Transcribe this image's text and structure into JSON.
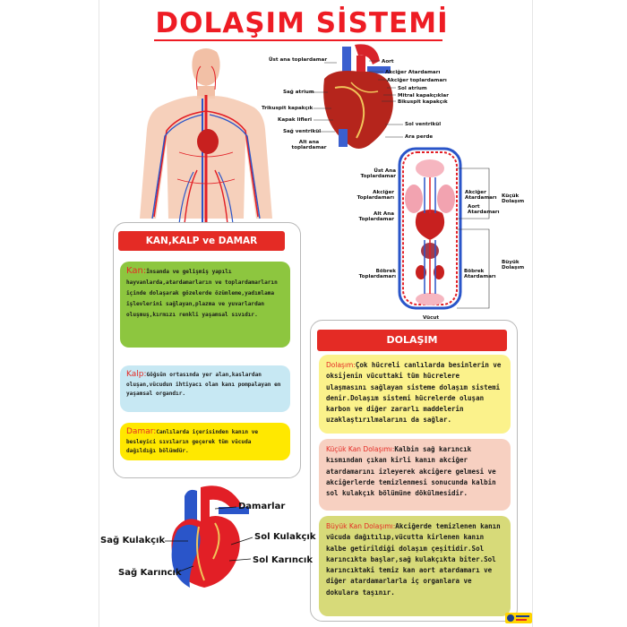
{
  "title": "DOLAŞIM SİSTEMİ",
  "heart_labels": {
    "ust_ana": "Üst ana toplardamar",
    "aort": "Aort",
    "akciger_atar": "Akciğer Atardamarı",
    "akciger_top": "Akciğer toplardamarı",
    "sag_atrium": "Sağ atrium",
    "sol_atrium": "Sol atrium",
    "mitral": "Mitral kapakçıklar",
    "bikuspit": "Bikuspit kapakçık",
    "trikuspit": "Trikuspit kapakçık",
    "kapak_lifleri": "Kapak lifleri",
    "sol_ventrikul": "Sol ventrikül",
    "sag_ventrikul": "Sağ ventrikül",
    "ara_perde": "Ara perde",
    "alt_ana": "Alt ana toplardamar"
  },
  "circ_labels": {
    "ust_ana": "Üst Ana Toplardamar",
    "akciger_top": "Akciğer Toplardamarı",
    "akciger_atar": "Akciğer Atardamarı",
    "aort": "Aort Atardamarı",
    "alt_ana": "Alt Ana Toplardamar",
    "kucuk": "Küçük Dolaşım",
    "buyuk": "Büyük Dolaşım",
    "bobrek_top": "Böbrek Toplardamarı",
    "bobrek_atar": "Böbrek Atardamarı",
    "vucut": "Vücut"
  },
  "left_card": {
    "banner": "KAN,KALP ve DAMAR",
    "kan_head": "Kan:",
    "kan_text": "İnsanda ve gelişmiş yapılı hayvanlarda,atardamarların ve toplardamarların içinde dolaşarak gözelerde özümleme,yadımlama işlevlerini sağlayan,plazma ve yuvarlardan oluşmuş,kırmızı renkli yaşamsal sıvıdır.",
    "kalp_head": "Kalp:",
    "kalp_text": "Göğsün ortasında yer alan,kaslardan oluşan,vücudun ihtiyacı olan kanı pompalayan en yaşamsal organdır.",
    "damar_head": "Damar:",
    "damar_text": "Canlılarda içerisinden kanın ve besleyici sıvıların geçerek tüm vücuda dağıldığı bölümdür."
  },
  "right_card": {
    "banner": "DOLAŞIM",
    "dolasim_head": "Dolaşım:",
    "dolasim_text": "Çok hücreli canlılarda besinlerin ve oksijenin vücuttaki tüm hücrelere ulaşmasını sağlayan sisteme dolaşım sistemi denir.Dolaşım sistemi hücrelerde oluşan karbon ve diğer zararlı maddelerin uzaklaştırılmalarını da sağlar.",
    "kucuk_head": "Küçük Kan Dolaşımı:",
    "kucuk_text": "Kalbin sağ karıncık kısmından çıkan kirli kanın akciğer atardamarını izleyerek akciğere gelmesi ve akciğerlerde temizlenmesi sonucunda kalbin sol kulakçık bölümüne dökülmesidir.",
    "buyuk_head": "Büyük Kan Dolaşımı:",
    "buyuk_text": "Akciğerde temizlenen kanın vücuda dağıtılıp,vücutta kirlenen kanın kalbe getirildiği dolaşım çeşitidir.Sol karıncıkta başlar,sağ kulakçıkta biter.Sol karıncıktaki temiz kan aort atardamarı ve diğer atardamarlarla iç organlara ve dokulara taşınır."
  },
  "small_heart": {
    "damarlar": "Damarlar",
    "sag_kulakcik": "Sağ Kulakçık",
    "sol_kulakcik": "Sol Kulakçık",
    "sol_karincik": "Sol Karıncık",
    "sag_karincik": "Sağ Karıncık"
  },
  "colors": {
    "title": "#ee1c24",
    "banner": "#e42b25",
    "artery": "#e21f26",
    "vein": "#2a55c9"
  }
}
